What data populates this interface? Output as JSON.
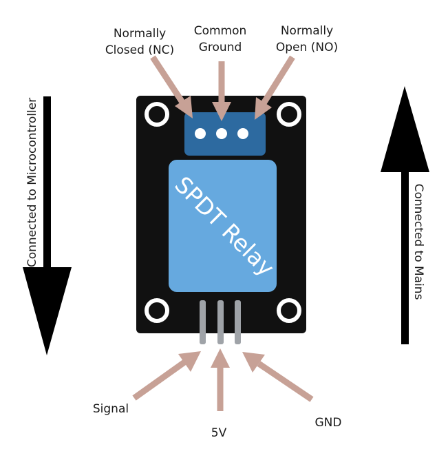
{
  "labels": {
    "nc_line1": "Normally",
    "nc_line2": "Closed (NC)",
    "common_line1": "Common",
    "common_line2": "Ground",
    "no_line1": "Normally",
    "no_line2": "Open (NO)",
    "relay": "SPDT Relay",
    "signal": "Signal",
    "vcc": "5V",
    "gnd": "GND",
    "left_arrow": "Connected to Microcontroller",
    "right_arrow": "Connected to Mains"
  },
  "colors": {
    "board": "#111111",
    "terminal_block": "#2d6aa0",
    "relay_body": "#66a9df",
    "pointer_arrow": "#c7a196",
    "big_arrow": "#000000",
    "pin": "#9fa3a8",
    "hole_ring": "#ffffff"
  }
}
